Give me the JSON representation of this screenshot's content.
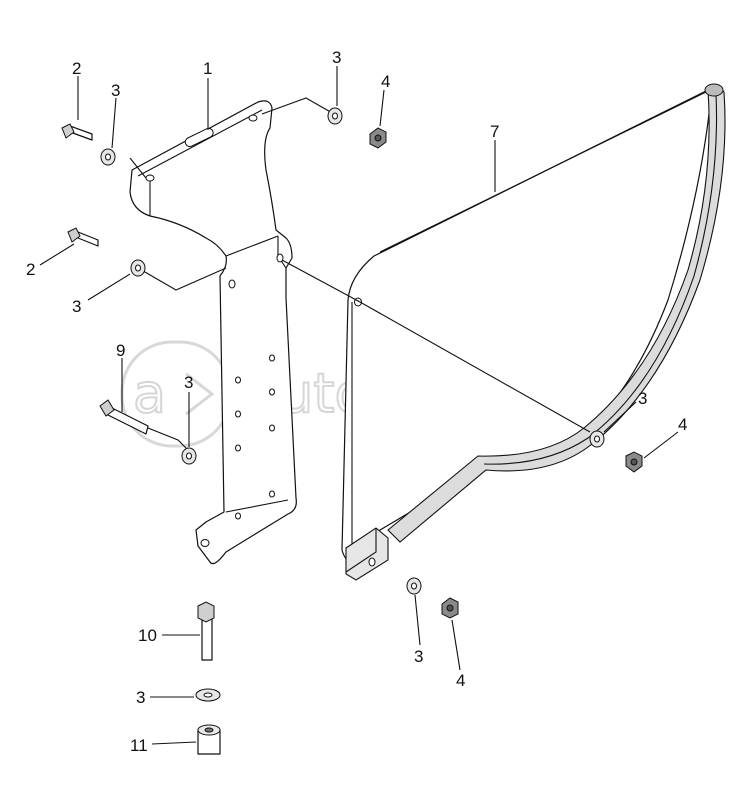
{
  "watermark": {
    "text": "autopiter.ru",
    "badge": "a"
  },
  "callouts": {
    "c1": "1",
    "c2a": "2",
    "c2b": "2",
    "c3a": "3",
    "c3b": "3",
    "c3c": "3",
    "c3d": "3",
    "c3e": "3",
    "c3f": "3",
    "c3g": "3",
    "c4a": "4",
    "c4b": "4",
    "c4c": "4",
    "c7": "7",
    "c9": "9",
    "c10": "10",
    "c11": "11"
  },
  "colors": {
    "line": "#111111",
    "shade": "#cfcfcf",
    "watermark": "#d6d6d6"
  }
}
